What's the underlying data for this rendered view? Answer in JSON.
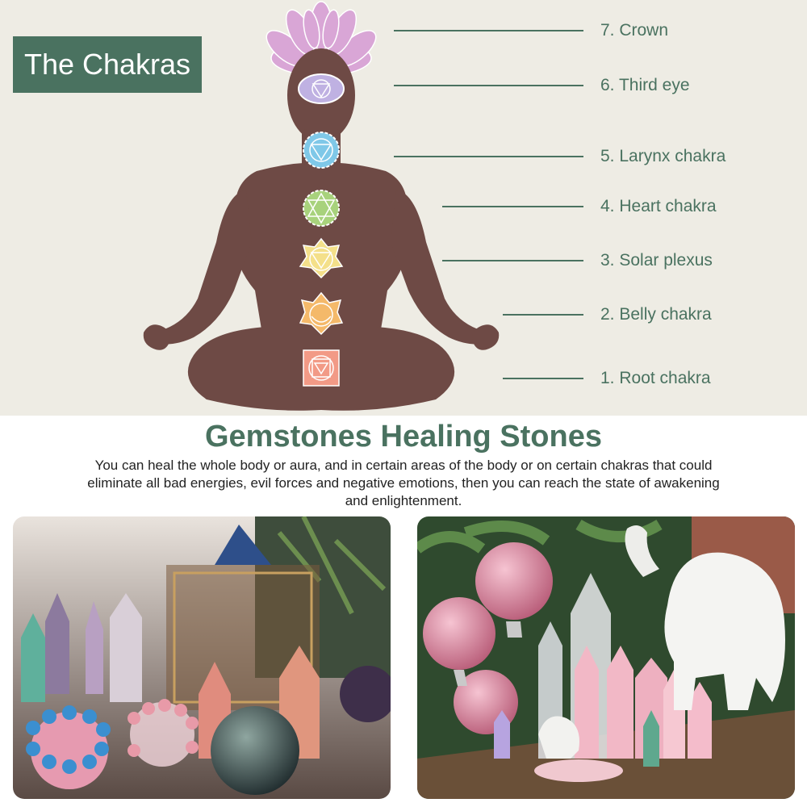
{
  "title": "The Chakras",
  "chakras": [
    {
      "number": "7.",
      "name": "Crown",
      "label": "7. Crown",
      "color": "#d9a6d6"
    },
    {
      "number": "6.",
      "name": "Third eye",
      "label": "6. Third eye",
      "color": "#bfb1e2"
    },
    {
      "number": "5.",
      "name": "Larynx chakra",
      "label": "5. Larynx chakra",
      "color": "#7fc8e8"
    },
    {
      "number": "4.",
      "name": "Heart chakra",
      "label": "4. Heart chakra",
      "color": "#a8d27c"
    },
    {
      "number": "3.",
      "name": "Solar plexus",
      "label": "3. Solar plexus",
      "color": "#f4e08a"
    },
    {
      "number": "2.",
      "name": "Belly chakra",
      "label": "2. Belly chakra",
      "color": "#f4b96a"
    },
    {
      "number": "1.",
      "name": "Root chakra",
      "label": "1. Root chakra",
      "color": "#f29a86"
    }
  ],
  "heading": "Gemstones Healing Stones",
  "description": "You can heal the whole body or aura, and in certain areas of the body or on certain chakras that could eliminate all bad energies, evil forces and negative emotions, then you can reach the state of awakening and enlightenment.",
  "colors": {
    "accent": "#4a7260",
    "silhouette": "#6e4a45",
    "panel_bg": "#eeece4"
  }
}
